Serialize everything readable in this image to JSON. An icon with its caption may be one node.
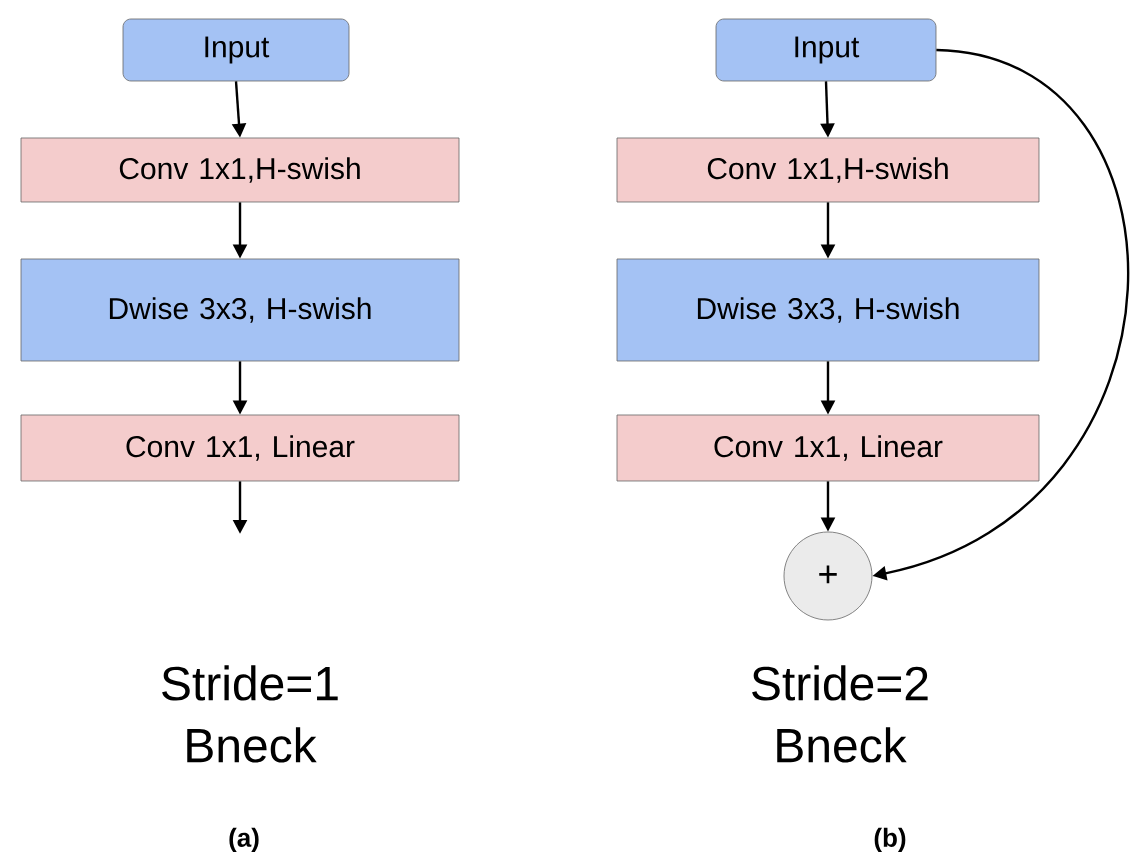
{
  "diagram": {
    "nodes": [
      {
        "text": [
          "Input"
        ]
      },
      {
        "text": [
          "Conv 1x1,H-swish"
        ]
      },
      {
        "text": [
          "Dwise 3x3, H-swish"
        ]
      },
      {
        "text": [
          "Conv 1x1, Linear"
        ]
      },
      {
        "text": [
          "Input"
        ]
      },
      {
        "text": [
          "Conv 1x1,H-swish"
        ]
      },
      {
        "text": [
          "Dwise 3x3, H-swish"
        ]
      },
      {
        "text": [
          "Conv 1x1, Linear"
        ]
      },
      {
        "text": [
          "+"
        ]
      }
    ],
    "edges": [
      {
        "from": 0,
        "to": 1,
        "arrow": "to"
      },
      {
        "from": 1,
        "to": 2,
        "arrow": "to"
      },
      {
        "from": 2,
        "to": 3,
        "arrow": "to"
      },
      {
        "from": 3,
        "to": null,
        "arrow": "to"
      },
      {
        "from": 4,
        "to": 5,
        "arrow": "to"
      },
      {
        "from": 5,
        "to": 6,
        "arrow": "to"
      },
      {
        "from": 6,
        "to": 7,
        "arrow": "to"
      },
      {
        "from": 7,
        "to": 8,
        "arrow": "to"
      },
      {
        "from": 4,
        "to": 8,
        "arrow": "to"
      }
    ],
    "labels": [
      "Stride=1 Bneck",
      "Stride=2 Bneck",
      "(a)",
      "(b)"
    ]
  }
}
